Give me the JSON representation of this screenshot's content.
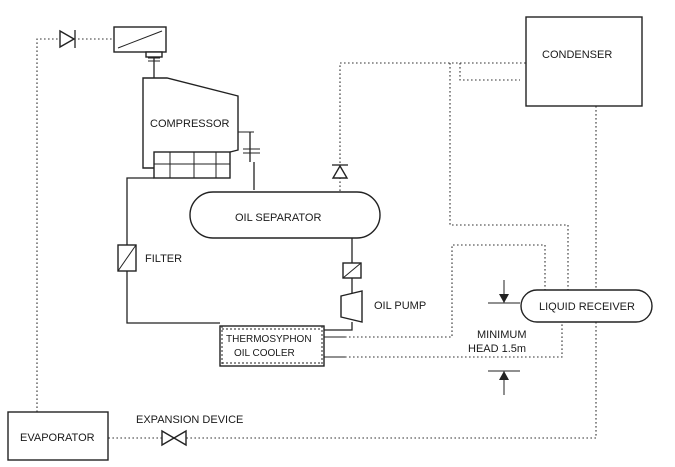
{
  "labels": {
    "compressor": "COMPRESSOR",
    "condenser": "CONDENSER",
    "oil_separator": "OIL SEPARATOR",
    "filter": "FILTER",
    "oil_pump": "OIL PUMP",
    "liquid_receiver": "LIQUID RECEIVER",
    "minimum_head_line1": "MINIMUM",
    "minimum_head_line2": "HEAD 1.5m",
    "oil_cooler_line1": "THERMOSYPHON",
    "oil_cooler_line2": "OIL COOLER",
    "evaporator": "EVAPORATOR",
    "expansion_device": "EXPANSION DEVICE"
  }
}
